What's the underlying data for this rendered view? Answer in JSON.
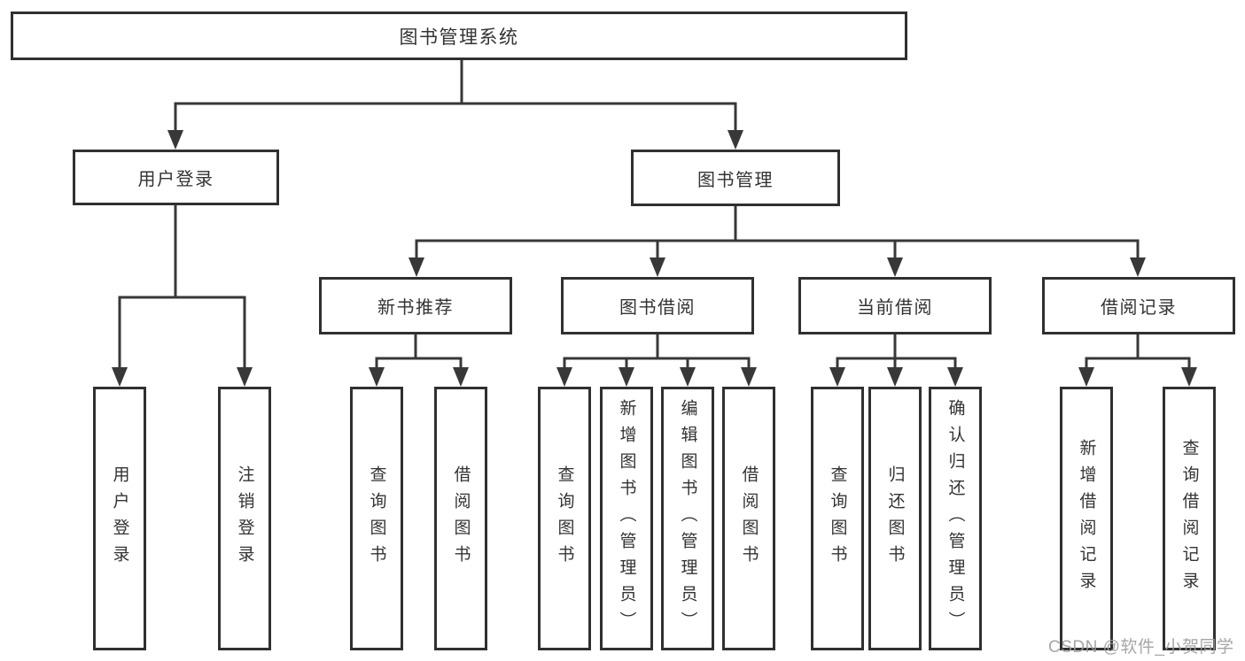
{
  "diagram": {
    "root": {
      "label": "图书管理系统"
    },
    "branches": [
      {
        "label": "用户登录",
        "children": [
          {
            "label": "用户登录"
          },
          {
            "label": "注销登录"
          }
        ]
      },
      {
        "label": "图书管理",
        "children": [
          {
            "label": "新书推荐",
            "children": [
              {
                "label": "查询图书"
              },
              {
                "label": "借阅图书"
              }
            ]
          },
          {
            "label": "图书借阅",
            "children": [
              {
                "label": "查询图书"
              },
              {
                "label": "新增图书（管理员）"
              },
              {
                "label": "编辑图书（管理员）"
              },
              {
                "label": "借阅图书"
              }
            ]
          },
          {
            "label": "当前借阅",
            "children": [
              {
                "label": "查询图书"
              },
              {
                "label": "归还图书"
              },
              {
                "label": "确认归还（管理员）"
              }
            ]
          },
          {
            "label": "借阅记录",
            "children": [
              {
                "label": "新增借阅记录"
              },
              {
                "label": "查询借阅记录"
              }
            ]
          }
        ]
      }
    ],
    "colors": {
      "line": "#383838",
      "box_border": "#303030",
      "text": "#333333",
      "background": "#ffffff"
    }
  },
  "watermark": {
    "text": "CSDN @软件_小贺同学",
    "color": "#9d9d9d"
  }
}
